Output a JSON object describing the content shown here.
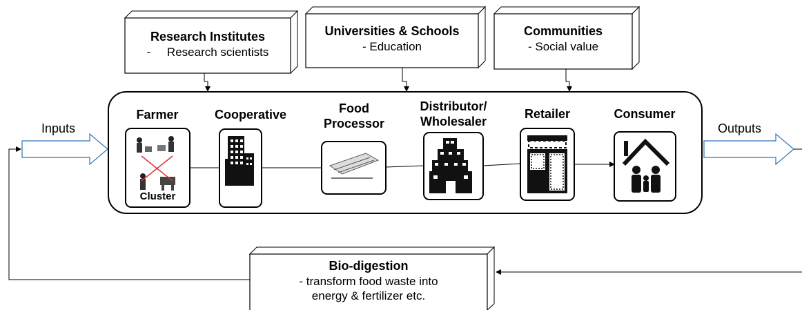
{
  "top_boxes": [
    {
      "title": "Research Institutes",
      "subtitle": "-     Research scientists"
    },
    {
      "title": "Universities & Schools",
      "subtitle": "- Education"
    },
    {
      "title": "Communities",
      "subtitle": "- Social value"
    }
  ],
  "stages": [
    {
      "label": "Farmer",
      "icon": "farmer-cluster-icon",
      "caption": "Cluster"
    },
    {
      "label": "Cooperative",
      "icon": "cooperative-building-icon"
    },
    {
      "label": "Food\nProcessor",
      "icon": "food-processor-icon"
    },
    {
      "label": "Distributor/\nWholesaler",
      "icon": "warehouse-icon"
    },
    {
      "label": "Retailer",
      "icon": "storefront-icon"
    },
    {
      "label": "Consumer",
      "icon": "family-home-icon"
    }
  ],
  "inputs_label": "Inputs",
  "outputs_label": "Outputs",
  "bottom_box": {
    "title": "Bio-digestion",
    "line1": "- transform food waste into",
    "line2": "energy & fertilizer etc."
  }
}
